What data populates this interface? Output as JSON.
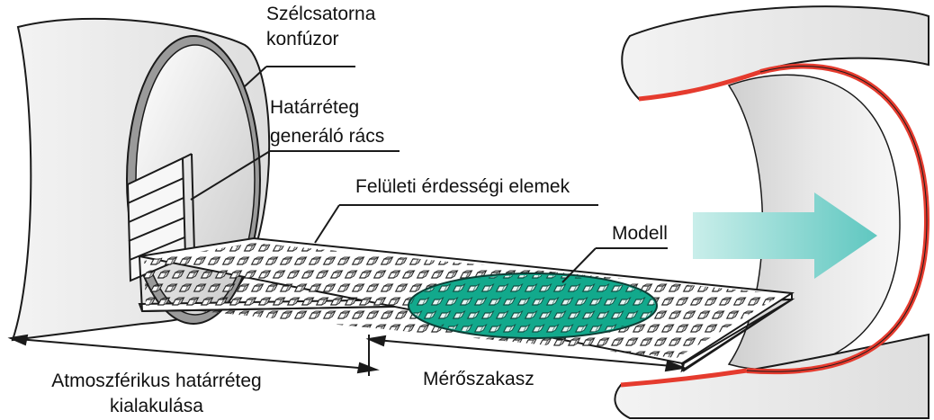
{
  "labels": {
    "confusor": {
      "line1": "Szélcsatorna",
      "line2": "konfúzor"
    },
    "grid": {
      "line1": "Határréteg",
      "line2": "generáló rács"
    },
    "roughness": "Felületi érdességi elemek",
    "model": "Modell",
    "atmospheric": {
      "line1": "Atmoszférikus határréteg",
      "line2": "kialakulása"
    },
    "test_section": "Mérőszakasz"
  },
  "colors": {
    "tube_rim": "#e53b2e",
    "model_fill": "#12a98c",
    "flow_arrow": "#7fd0cb",
    "outline": "#1a1a1a",
    "tube_inner": "#d9d9d9"
  }
}
